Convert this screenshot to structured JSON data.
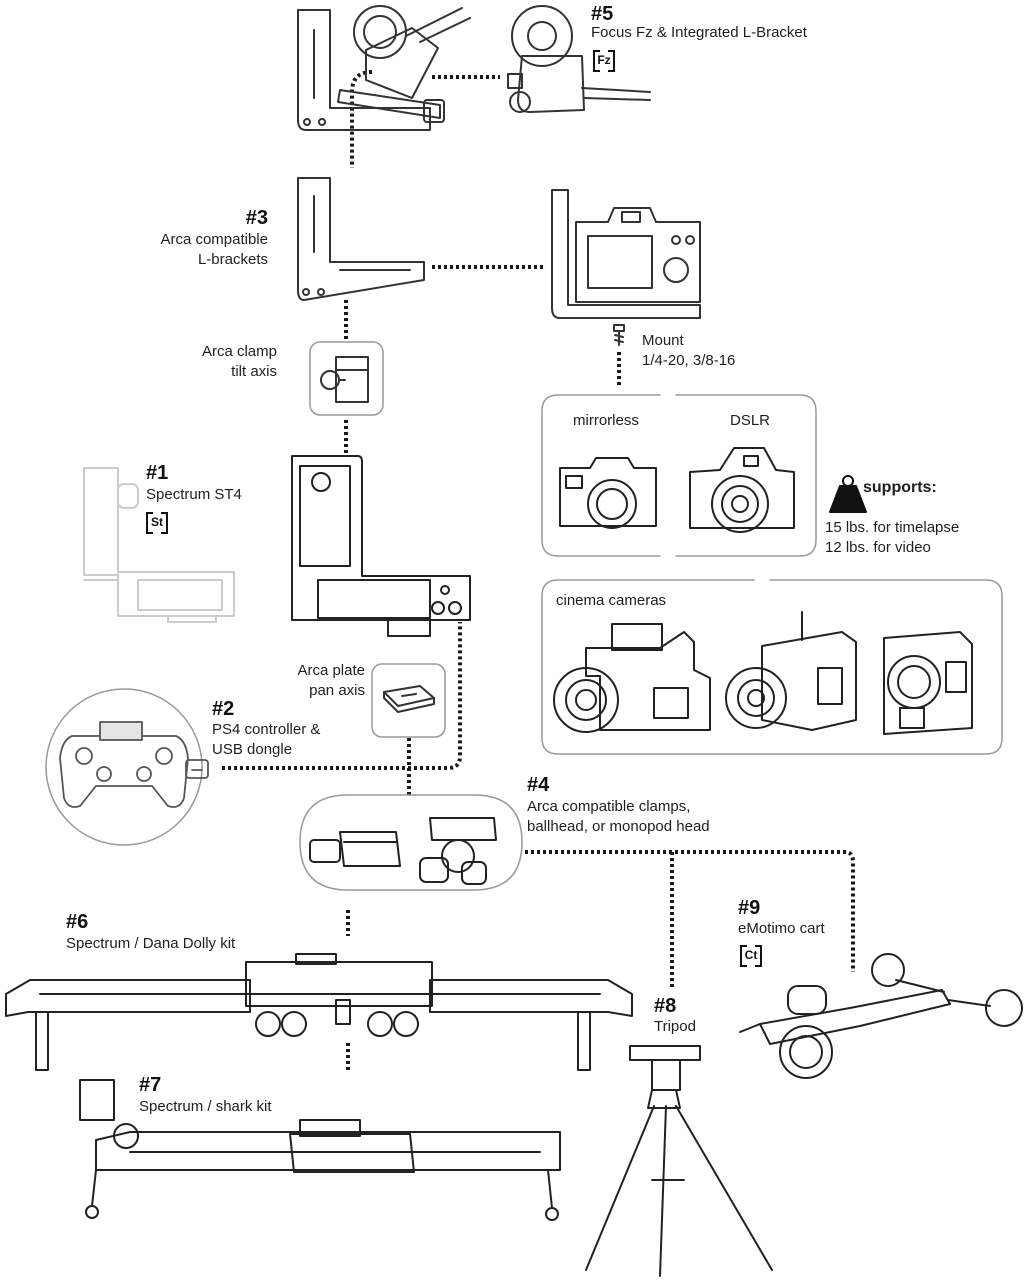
{
  "items": {
    "n5": {
      "number": "#5",
      "label": "Focus Fz & Integrated L-Bracket",
      "badge": "Fz"
    },
    "n3": {
      "number": "#3",
      "line1": "Arca compatible",
      "line2": "L-brackets"
    },
    "clamp": {
      "line1": "Arca clamp",
      "line2": "tilt axis"
    },
    "mount": {
      "line1": "Mount",
      "line2": "1/4-20, 3/8-16"
    },
    "n1": {
      "number": "#1",
      "label": "Spectrum ST4",
      "badge": "St"
    },
    "plate": {
      "line1": "Arca plate",
      "line2": "pan axis"
    },
    "n2": {
      "number": "#2",
      "line1": "PS4 controller &",
      "line2": "USB dongle"
    },
    "n4": {
      "number": "#4",
      "line1": "Arca compatible clamps,",
      "line2": "ballhead, or monopod head"
    },
    "n6": {
      "number": "#6",
      "label": "Spectrum / Dana Dolly kit"
    },
    "n7": {
      "number": "#7",
      "label": "Spectrum / shark kit"
    },
    "n8": {
      "number": "#8",
      "label": "Tripod"
    },
    "n9": {
      "number": "#9",
      "label": "eMotimo cart",
      "badge": "Ct"
    }
  },
  "cameras": {
    "mirrorless": "mirrorless",
    "dslr": "DSLR",
    "cinema": "cinema cameras"
  },
  "supports": {
    "title": "supports:",
    "line1": "15 lbs. for timelapse",
    "line2": "12 lbs. for video"
  },
  "colors": {
    "line": "#1a1a1a",
    "outline": "#555555",
    "faded": "#cccccc",
    "panel_border": "#999999"
  }
}
